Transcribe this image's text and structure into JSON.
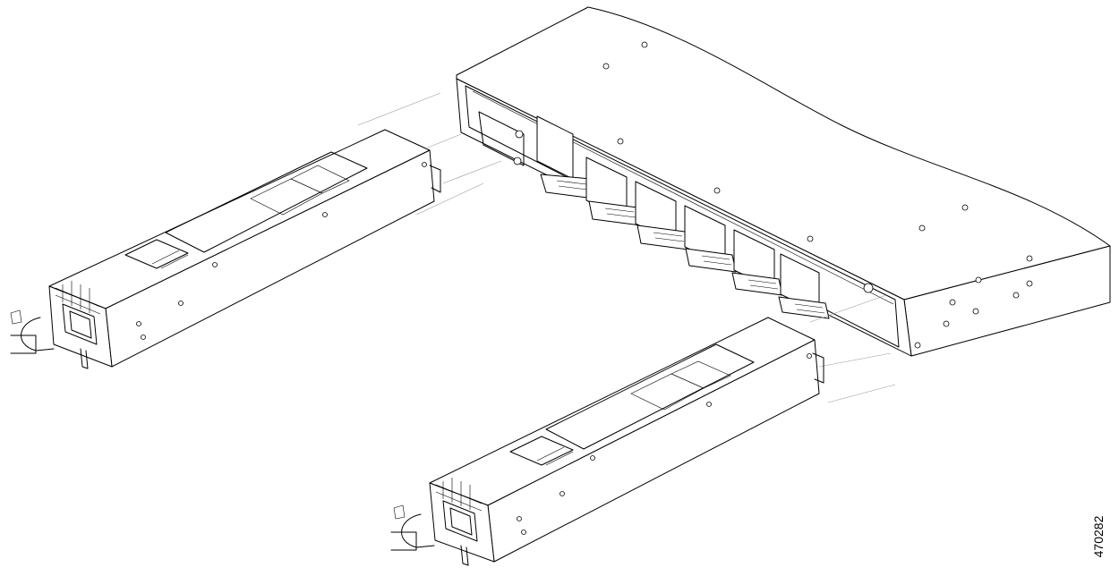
{
  "figure": {
    "figure_number": "470282",
    "components": [
      "switch-chassis",
      "power-supply-module",
      "power-supply-module"
    ],
    "line_color": "#000000",
    "guide_color": "#9a9a9a",
    "background": "#ffffff"
  }
}
